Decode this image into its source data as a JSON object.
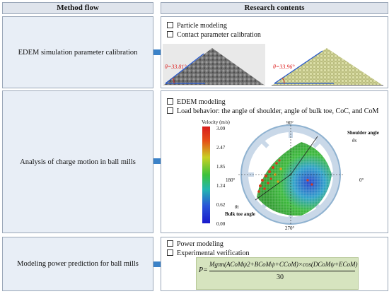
{
  "headers": {
    "left": "Method flow",
    "right": "Research contents"
  },
  "rows": [
    {
      "method": "EDEM simulation parameter calibration",
      "items": [
        "Particle modeling",
        "Contact parameter calibration"
      ],
      "angles": [
        "θ=33.81°",
        "θ=33.96°"
      ]
    },
    {
      "method": "Analysis of charge motion in ball mills",
      "items": [
        "EDEM modeling",
        "Load behavior: the angle of shoulder, angle of bulk toe, CoC, and CoM"
      ],
      "colorbar": {
        "title": "Velocity (m/s)",
        "ticks": [
          "3.09",
          "2.47",
          "1.85",
          "1.24",
          "0.62",
          "0.00"
        ]
      },
      "mill_labels": {
        "top": "90°",
        "left": "180°",
        "right": "0°",
        "bottom": "270°",
        "shoulder": "Shoulder angle",
        "theta_s": "θs",
        "bulk": "Bulk toe angle",
        "theta_t": "θt"
      }
    },
    {
      "method": "Modeling power prediction for ball mills",
      "items": [
        "Power modeling",
        "Experimental verification"
      ],
      "formula": {
        "lhs": "P=",
        "numer": "Mgπn(ACoMψ2+BCoMψ+CCoM)×cos(DCoMψ+ECoM)",
        "denom": "30"
      }
    }
  ]
}
